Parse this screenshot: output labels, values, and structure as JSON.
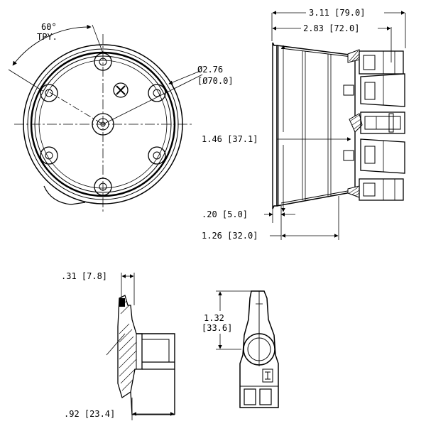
{
  "drawing": {
    "angle_note": "60°",
    "angle_note_2": "TPY.",
    "diameter_line1": "Ø2.76",
    "diameter_line2": "[Ø70.0]",
    "overall_length": "3.11 [79.0]",
    "body_length": "2.83 [72.0]",
    "height_dim": "1.46 [37.1]",
    "lip_dim": ".20 [5.0]",
    "depth_dim": "1.26 [32.0]",
    "flange_dim": ".31 [7.8]",
    "base_dim": ".92 [23.4]",
    "rotor_dim_line1": "1.32",
    "rotor_dim_line2": "[33.6]"
  }
}
